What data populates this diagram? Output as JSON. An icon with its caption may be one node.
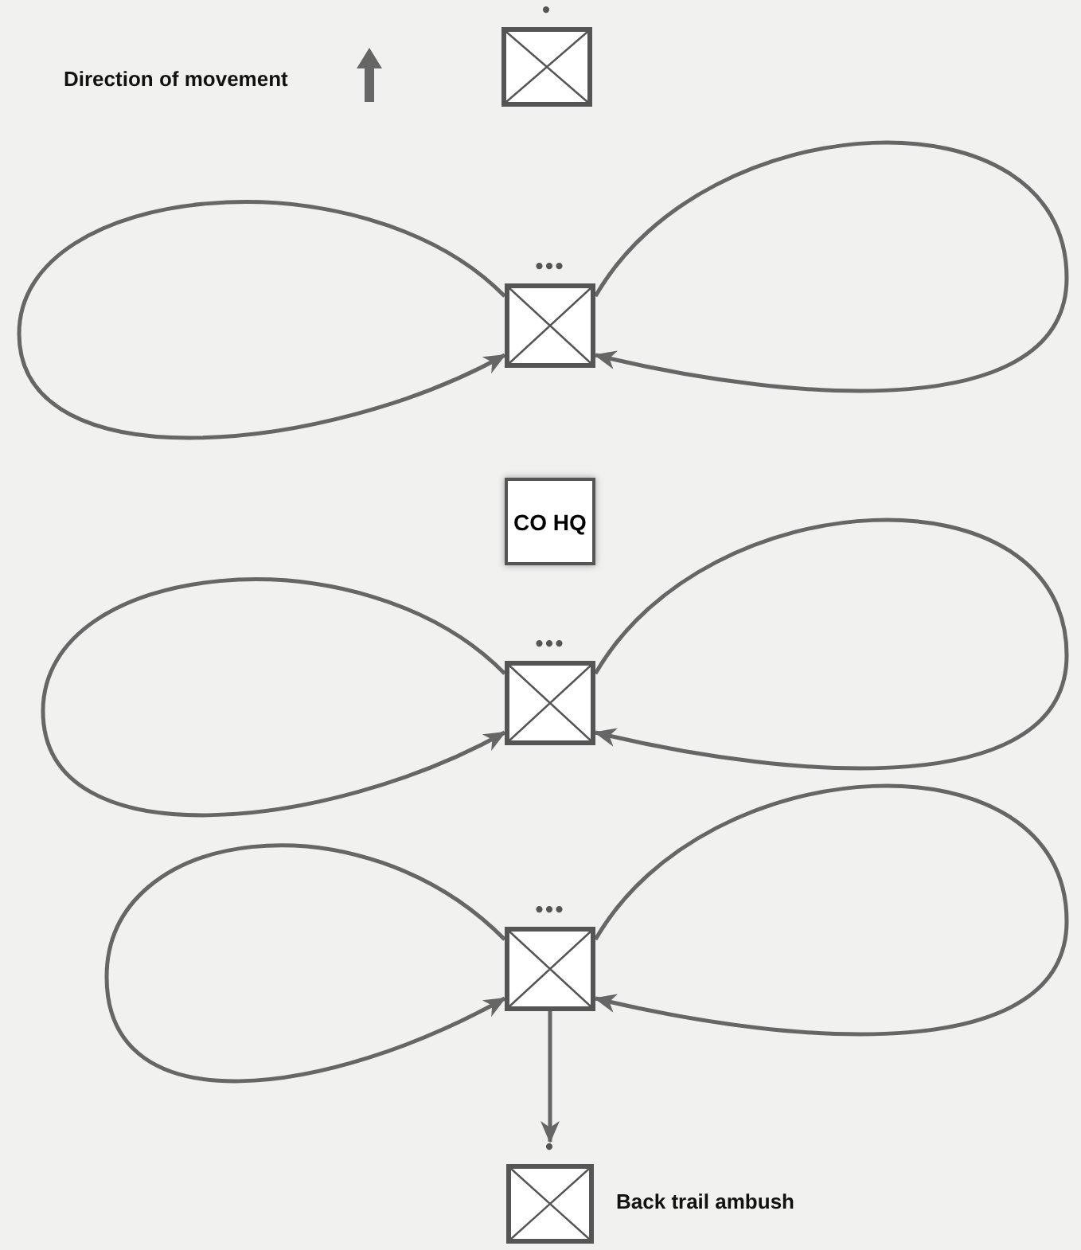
{
  "diagram": {
    "nodes": [
      {
        "text": [
          "•"
        ]
      },
      {
        "text": [
          "•••"
        ]
      },
      {
        "text": [
          "CO HQ"
        ]
      },
      {
        "text": [
          "•••"
        ]
      },
      {
        "text": [
          "•••"
        ]
      },
      {
        "text": [
          "•"
        ],
        "beside": [
          "Back trail ambush"
        ]
      }
    ],
    "edges": [
      {
        "from": 1,
        "to": 1,
        "arrow": "to"
      },
      {
        "from": 1,
        "to": 1,
        "arrow": "to"
      },
      {
        "from": 3,
        "to": 3,
        "arrow": "to"
      },
      {
        "from": 3,
        "to": 3,
        "arrow": "to"
      },
      {
        "from": 4,
        "to": 4,
        "arrow": "to"
      },
      {
        "from": 4,
        "to": 4,
        "arrow": "to"
      },
      {
        "from": 4,
        "to": 5,
        "arrow": "to"
      }
    ],
    "labels": [
      "Direction of movement"
    ]
  }
}
